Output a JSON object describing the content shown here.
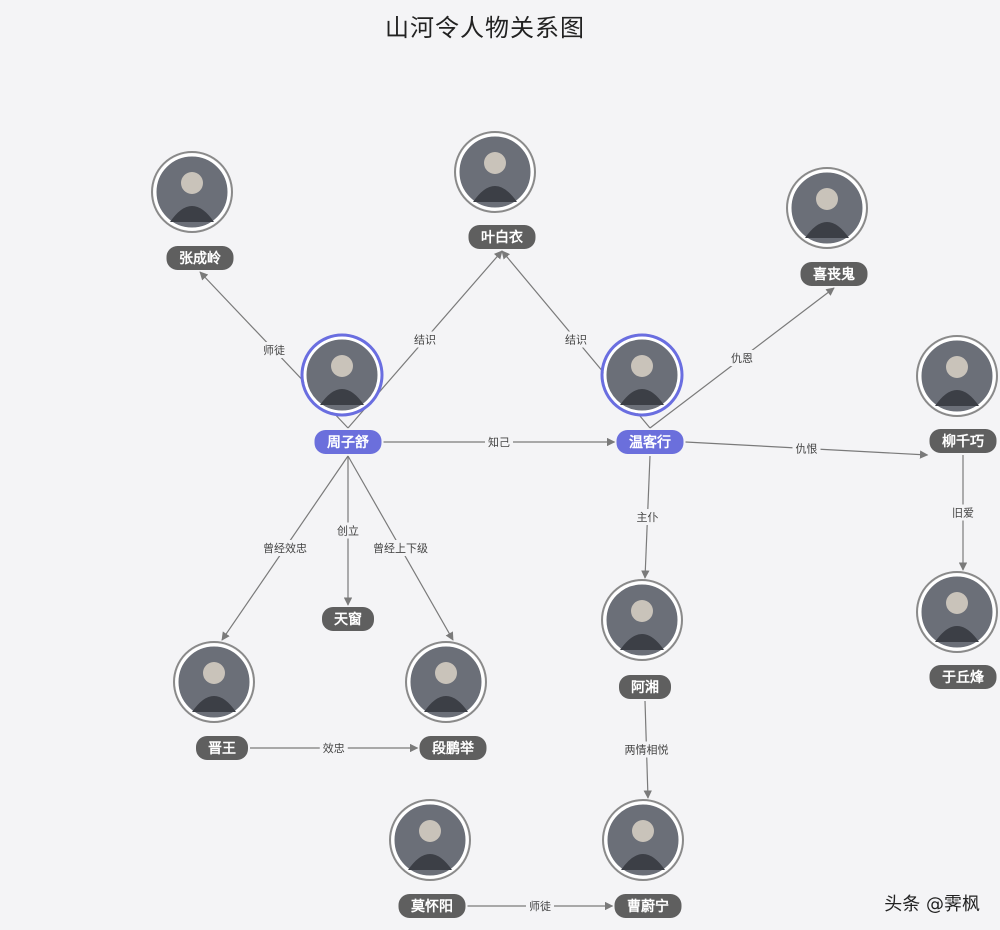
{
  "title": "山河令人物关系图",
  "watermark": "头条 @霁枫",
  "colors": {
    "main_ring": "#6a6ee0",
    "main_pill": "#6b6fdc",
    "pill": "#5f5f5f",
    "edge": "#7a7a7a"
  },
  "nodes": [
    {
      "id": "zhangchengling",
      "label": "张成岭",
      "main": false
    },
    {
      "id": "yebaiyi",
      "label": "叶白衣",
      "main": false
    },
    {
      "id": "xiyangui",
      "label": "喜丧鬼",
      "main": false
    },
    {
      "id": "zhouzishu",
      "label": "周子舒",
      "main": true
    },
    {
      "id": "wenkexing",
      "label": "温客行",
      "main": true
    },
    {
      "id": "liuqianqiao",
      "label": "柳千巧",
      "main": false
    },
    {
      "id": "tianchuang",
      "label": "天窗",
      "main": false
    },
    {
      "id": "yuqiufeng",
      "label": "于丘烽",
      "main": false
    },
    {
      "id": "jinwang",
      "label": "晋王",
      "main": false
    },
    {
      "id": "duanpengju",
      "label": "段鹏举",
      "main": false
    },
    {
      "id": "guxiang",
      "label": "阿湘",
      "main": false
    },
    {
      "id": "mohuaiyang",
      "label": "莫怀阳",
      "main": false
    },
    {
      "id": "caoweining",
      "label": "曹蔚宁",
      "main": false
    }
  ],
  "edges": [
    {
      "from": "zhouzishu",
      "to": "zhangchengling",
      "label": "师徒"
    },
    {
      "from": "zhouzishu",
      "to": "yebaiyi",
      "label": "结识"
    },
    {
      "from": "wenkexing",
      "to": "yebaiyi",
      "label": "结识"
    },
    {
      "from": "wenkexing",
      "to": "xiyangui",
      "label": "仇恩"
    },
    {
      "from": "zhouzishu",
      "to": "wenkexing",
      "label": "知己"
    },
    {
      "from": "wenkexing",
      "to": "liuqianqiao",
      "label": "仇恨"
    },
    {
      "from": "zhouzishu",
      "to": "tianchuang",
      "label": "创立"
    },
    {
      "from": "zhouzishu",
      "to": "jinwang",
      "label": "曾经效忠"
    },
    {
      "from": "zhouzishu",
      "to": "duanpengju",
      "label": "曾经上下级"
    },
    {
      "from": "liuqianqiao",
      "to": "yuqiufeng",
      "label": "旧爱"
    },
    {
      "from": "jinwang",
      "to": "duanpengju",
      "label": "效忠"
    },
    {
      "from": "wenkexing",
      "to": "guxiang",
      "label": "主仆"
    },
    {
      "from": "guxiang",
      "to": "caoweining",
      "label": "两情相悦"
    },
    {
      "from": "mohuaiyang",
      "to": "caoweining",
      "label": "师徒"
    }
  ]
}
